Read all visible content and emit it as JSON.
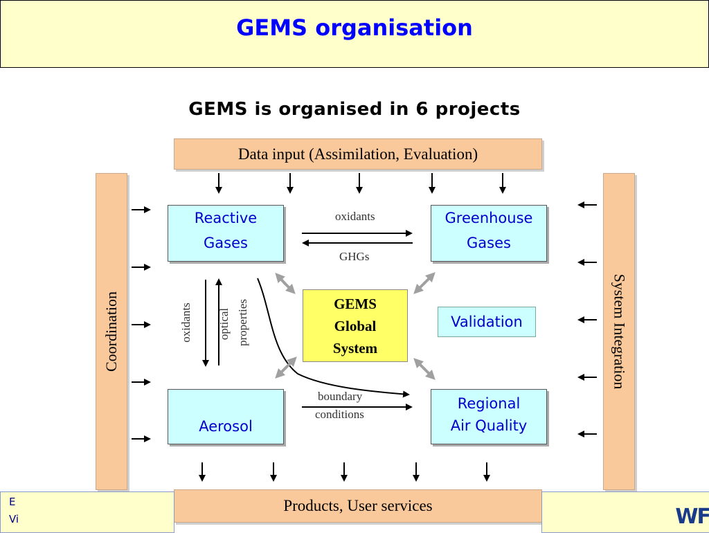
{
  "header": {
    "title": "GEMS organisation"
  },
  "subtitle": "GEMS is organised in 6 projects",
  "diagram": {
    "top_bar": "Data input (Assimilation, Evaluation)",
    "bottom_bar": "Products, User services",
    "left_bar": "Coordination",
    "right_bar": "System Integration",
    "projects": {
      "reactive_gases": [
        "Reactive",
        "Gases"
      ],
      "greenhouse_gases": [
        "Greenhouse",
        "Gases"
      ],
      "aerosol": [
        "",
        "Aerosol"
      ],
      "regional_air_quality": [
        "Regional",
        "Air Quality"
      ]
    },
    "core": [
      "GEMS",
      "Global",
      "System"
    ],
    "validation": "Validation",
    "labels": {
      "oxidants_h": "oxidants",
      "ghgs": "GHGs",
      "oxidants_v": "oxidants",
      "optical": "optical",
      "properties": "properties",
      "boundary": "boundary",
      "conditions": "conditions"
    }
  },
  "footer": {
    "left_line1": "E",
    "left_line2": "Vi",
    "logo_fragment": "WF"
  },
  "colors": {
    "title_blue": "#0000ff",
    "header_bg": "#ffffcc",
    "bar_orange": "#f9c89b",
    "project_cyan": "#ccffff",
    "core_yellow": "#ffff66"
  }
}
